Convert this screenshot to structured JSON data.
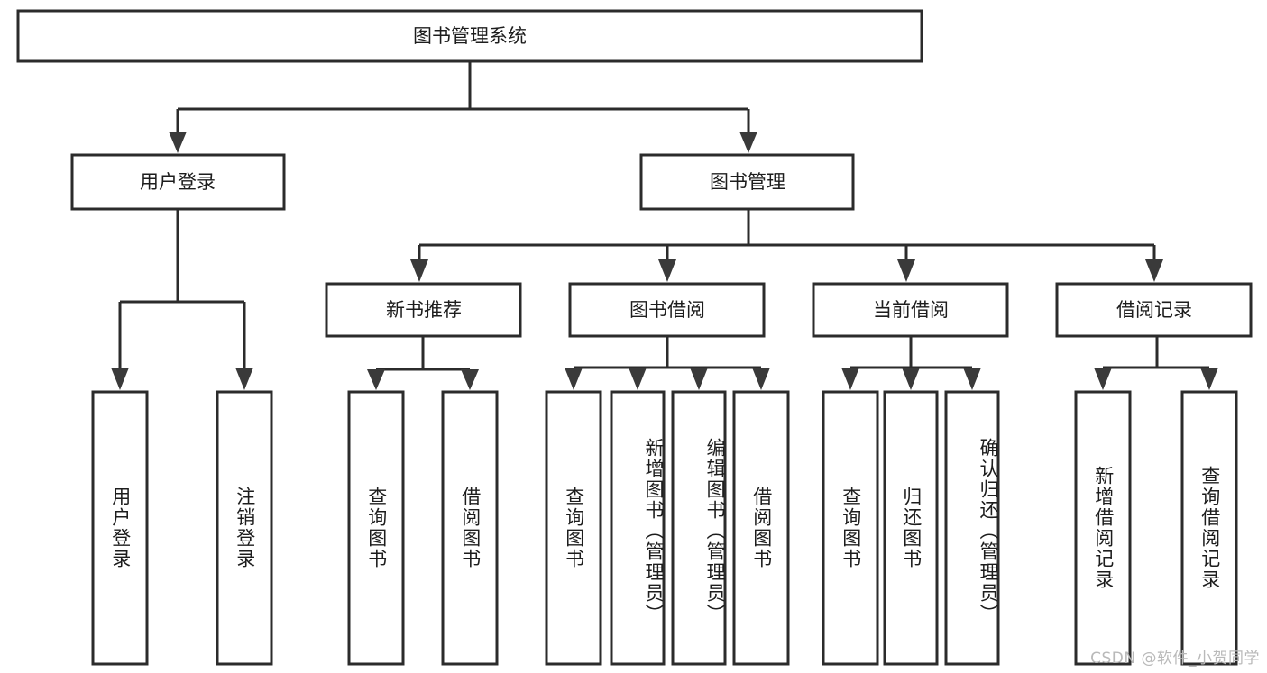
{
  "diagram": {
    "type": "tree-hierarchy",
    "title": "图书管理系统",
    "orientation": "top-down",
    "colors": {
      "box_fill": "#ffffff",
      "box_stroke": "#2b2b2b",
      "edge": "#2b2b2b",
      "arrow": "#3a3a3a",
      "text": "#1d1d1d",
      "watermark": "#b9b9b9",
      "background": "#ffffff"
    },
    "root": {
      "label": "图书管理系统"
    },
    "level2": [
      {
        "label": "用户登录"
      },
      {
        "label": "图书管理"
      }
    ],
    "level3": [
      {
        "label": "新书推荐"
      },
      {
        "label": "图书借阅"
      },
      {
        "label": "当前借阅"
      },
      {
        "label": "借阅记录"
      }
    ],
    "leaves": {
      "user_login": [
        {
          "label": "用户登录"
        },
        {
          "label": "注销登录"
        }
      ],
      "new_book_recommend": [
        {
          "label": "查询图书"
        },
        {
          "label": "借阅图书"
        }
      ],
      "book_borrow": [
        {
          "label": "查询图书"
        },
        {
          "label": "新增图书（管理员）"
        },
        {
          "label": "编辑图书（管理员）"
        },
        {
          "label": "借阅图书"
        }
      ],
      "current_borrow": [
        {
          "label": "查询图书"
        },
        {
          "label": "归还图书"
        },
        {
          "label": "确认归还（管理员）"
        }
      ],
      "borrow_record": [
        {
          "label": "新增借阅记录"
        },
        {
          "label": "查询借阅记录"
        }
      ]
    }
  },
  "watermark": {
    "text": "CSDN @软件_小贺同学"
  }
}
